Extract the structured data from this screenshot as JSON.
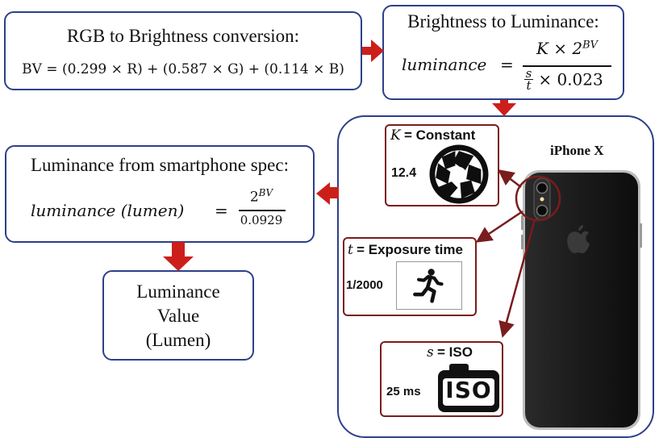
{
  "rgb_box": {
    "title": "RGB to Brightness conversion:",
    "formula": "BV = (0.299 × R) + (0.587 × G) + (0.114 × B)"
  },
  "lum_box": {
    "title": "Brightness to Luminance:",
    "lhs": "luminance",
    "eq": "=",
    "num": "K × 2",
    "num_sup": "BV",
    "den_s": "s",
    "den_t": "t",
    "den_rest": "× 0.023"
  },
  "spec_box": {
    "title": "Luminance from smartphone spec:",
    "lhs": "luminance (lumen)",
    "eq": "=",
    "num": "2",
    "num_sup": "BV",
    "den": "0.0929"
  },
  "value_box": {
    "line1": "Luminance",
    "line2": "Value",
    "line3": "(Lumen)"
  },
  "phone": {
    "title": "iPhone X"
  },
  "k_param": {
    "symbol": "K",
    "label": "= Constant",
    "value": "12.4",
    "icon": "aperture-icon"
  },
  "t_param": {
    "symbol": "t",
    "label": "= Exposure time",
    "value": "1/2000",
    "icon": "running-person-icon"
  },
  "s_param": {
    "symbol": "s",
    "label": "= ISO",
    "value": "25 ms",
    "icon_text": "ISO",
    "icon": "iso-camera-icon"
  },
  "colors": {
    "box_border": "#2e3f8a",
    "param_border": "#7a1c1c",
    "arrow": "#cc1f1a"
  }
}
